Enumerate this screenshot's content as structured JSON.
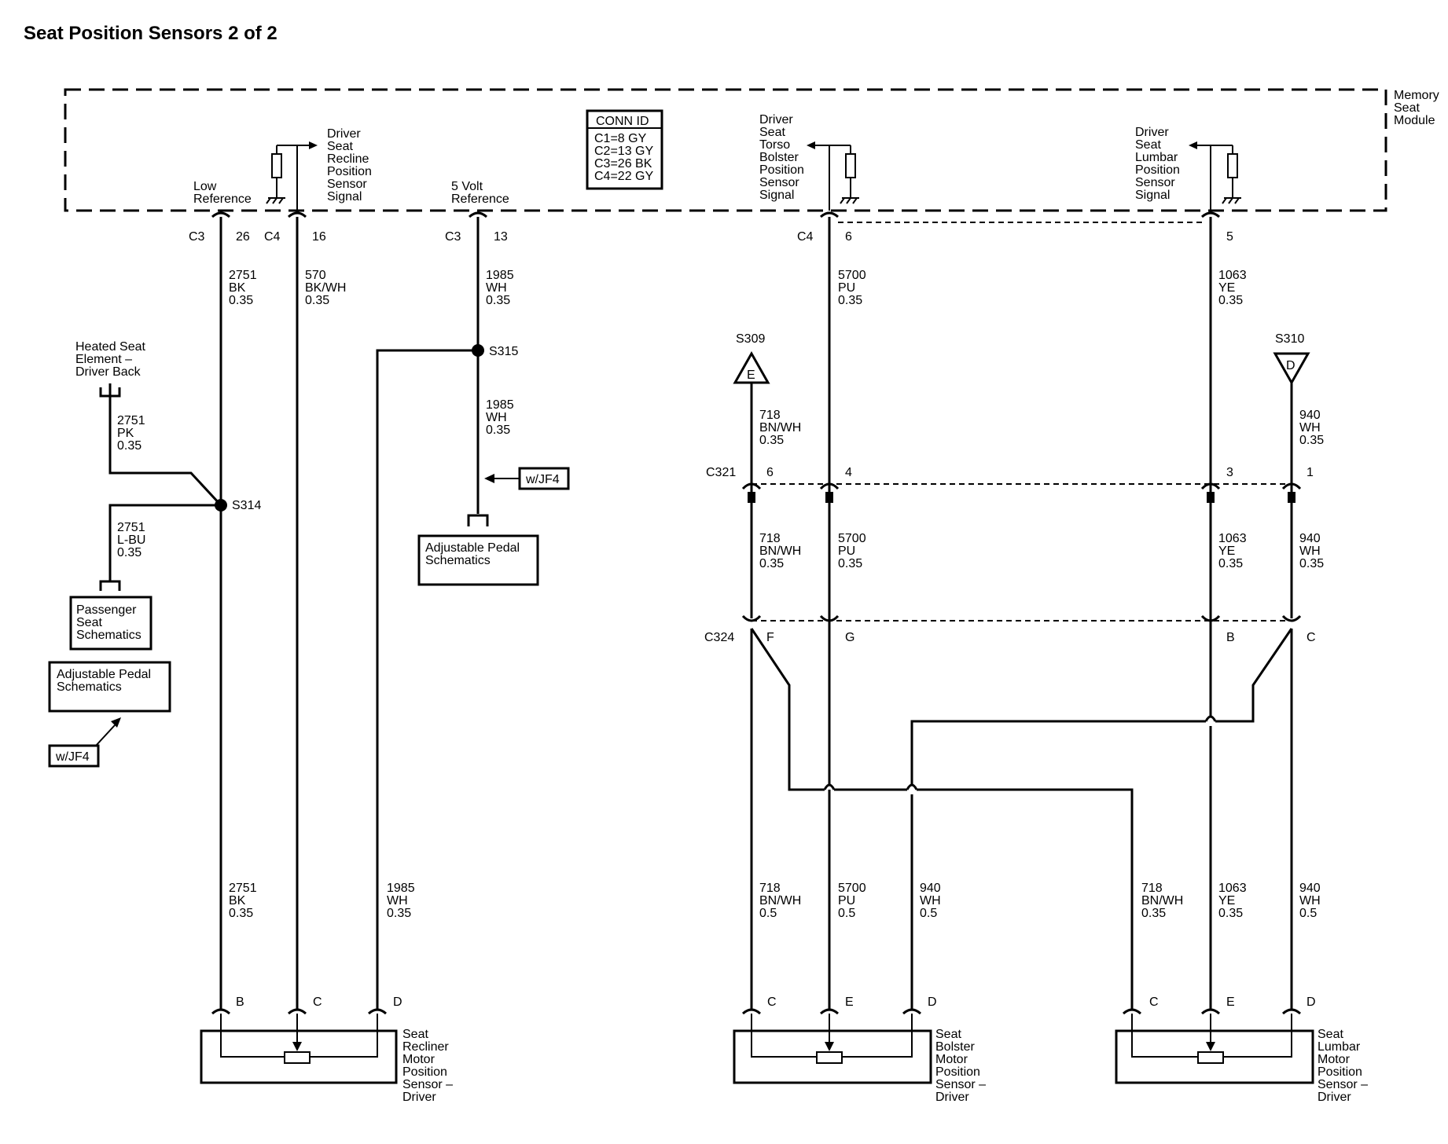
{
  "title": "Seat Position Sensors 2 of 2",
  "module_label": [
    "Memory",
    "Seat",
    "Module"
  ],
  "conn_id": {
    "header": "CONN ID",
    "rows": [
      "C1=8 GY",
      "C2=13 GY",
      "C3=26 BK",
      "C4=22 GY"
    ]
  },
  "module_pins": {
    "low_ref": [
      "Low",
      "Reference"
    ],
    "recline_sig": [
      "Driver",
      "Seat",
      "Recline",
      "Position",
      "Sensor",
      "Signal"
    ],
    "five_volt": [
      "5 Volt",
      "Reference"
    ],
    "torso_sig": [
      "Driver",
      "Seat",
      "Torso",
      "Bolster",
      "Position",
      "Sensor",
      "Signal"
    ],
    "lumbar_sig": [
      "Driver",
      "Seat",
      "Lumbar",
      "Position",
      "Sensor",
      "Signal"
    ]
  },
  "connectors": {
    "c3_26": [
      "C3",
      "26"
    ],
    "c4_16": [
      "C4",
      "16"
    ],
    "c3_13": [
      "C3",
      "13"
    ],
    "c4_6": [
      "C4",
      "6"
    ],
    "c4_5": "5",
    "c321": {
      "name": "C321",
      "pins": [
        "6",
        "4",
        "3",
        "1"
      ]
    },
    "c324": {
      "name": "C324",
      "pins": [
        "F",
        "G",
        "B",
        "C"
      ]
    }
  },
  "wires": {
    "w2751_top": [
      "2751",
      "BK",
      "0.35"
    ],
    "w570": [
      "570",
      "BK/WH",
      "0.35"
    ],
    "w1985_top": [
      "1985",
      "WH",
      "0.35"
    ],
    "w1985_mid": [
      "1985",
      "WH",
      "0.35"
    ],
    "w2751_pk": [
      "2751",
      "PK",
      "0.35"
    ],
    "w2751_lbu": [
      "2751",
      "L-BU",
      "0.35"
    ],
    "w5700_top": [
      "5700",
      "PU",
      "0.35"
    ],
    "w1063_top": [
      "1063",
      "YE",
      "0.35"
    ],
    "w718_s309": [
      "718",
      "BN/WH",
      "0.35"
    ],
    "w940_s310": [
      "940",
      "WH",
      "0.35"
    ],
    "w718_mid": [
      "718",
      "BN/WH",
      "0.35"
    ],
    "w5700_mid": [
      "5700",
      "PU",
      "0.35"
    ],
    "w1063_mid": [
      "1063",
      "YE",
      "0.35"
    ],
    "w940_mid": [
      "940",
      "WH",
      "0.35"
    ],
    "w2751_bot": [
      "2751",
      "BK",
      "0.35"
    ],
    "w1985_bot": [
      "1985",
      "WH",
      "0.35"
    ],
    "w718_bot1": [
      "718",
      "BN/WH",
      "0.5"
    ],
    "w5700_bot": [
      "5700",
      "PU",
      "0.5"
    ],
    "w940_bot1": [
      "940",
      "WH",
      "0.5"
    ],
    "w718_bot2": [
      "718",
      "BN/WH",
      "0.35"
    ],
    "w1063_bot": [
      "1063",
      "YE",
      "0.35"
    ],
    "w940_bot2": [
      "940",
      "WH",
      "0.5"
    ]
  },
  "splices": {
    "s314": "S314",
    "s315": "S315",
    "s309": "S309",
    "s310": "S310",
    "s309_tag": "E",
    "s310_tag": "D"
  },
  "boxes": {
    "heated_seat": [
      "Heated Seat",
      "Element –",
      "Driver Back"
    ],
    "passenger_seat": [
      "Passenger",
      "Seat",
      "Schematics"
    ],
    "adj_pedal_left": [
      "Adjustable Pedal",
      "Schematics"
    ],
    "adj_pedal_center": [
      "Adjustable Pedal",
      "Schematics"
    ],
    "wjf4_left": "w/JF4",
    "wjf4_center": "w/JF4"
  },
  "sensors": {
    "recliner": {
      "label": [
        "Seat",
        "Recliner",
        "Motor",
        "Position",
        "Sensor –",
        "Driver"
      ],
      "pins": [
        "B",
        "C",
        "D"
      ]
    },
    "bolster": {
      "label": [
        "Seat",
        "Bolster",
        "Motor",
        "Position",
        "Sensor –",
        "Driver"
      ],
      "pins": [
        "C",
        "E",
        "D"
      ]
    },
    "lumbar": {
      "label": [
        "Seat",
        "Lumbar",
        "Motor",
        "Position",
        "Sensor –",
        "Driver"
      ],
      "pins": [
        "C",
        "E",
        "D"
      ]
    }
  }
}
